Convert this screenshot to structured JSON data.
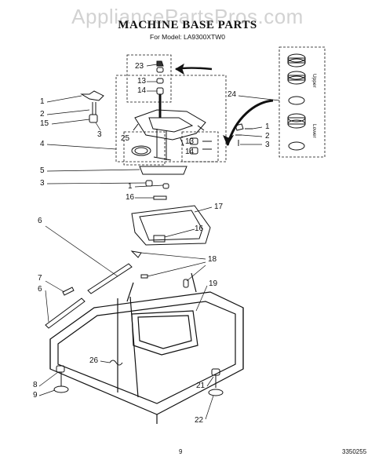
{
  "watermark": "AppliancePartsPros.com",
  "header": {
    "title": "MACHINE BASE PARTS",
    "model": "For Model: LA9300XTW0"
  },
  "footer": {
    "page": "9",
    "doc_number": "3350255"
  },
  "inset": {
    "upper": "Upper",
    "lower": "Lower"
  },
  "callouts": [
    {
      "id": "c23",
      "label": "23"
    },
    {
      "id": "c13a",
      "label": "13"
    },
    {
      "id": "c14a",
      "label": "14"
    },
    {
      "id": "c24",
      "label": "24"
    },
    {
      "id": "c1a",
      "label": "1"
    },
    {
      "id": "c2a",
      "label": "2"
    },
    {
      "id": "c15",
      "label": "15"
    },
    {
      "id": "c3a",
      "label": "3"
    },
    {
      "id": "c1b",
      "label": "1"
    },
    {
      "id": "c2b",
      "label": "2"
    },
    {
      "id": "c3b",
      "label": "3"
    },
    {
      "id": "c4",
      "label": "4"
    },
    {
      "id": "c25",
      "label": "25"
    },
    {
      "id": "c13b",
      "label": "13"
    },
    {
      "id": "c14b",
      "label": "14"
    },
    {
      "id": "c5",
      "label": "5"
    },
    {
      "id": "c3c",
      "label": "3"
    },
    {
      "id": "c1c",
      "label": "1"
    },
    {
      "id": "c16a",
      "label": "16"
    },
    {
      "id": "c17",
      "label": "17"
    },
    {
      "id": "c16b",
      "label": "16"
    },
    {
      "id": "c6a",
      "label": "6"
    },
    {
      "id": "c18",
      "label": "18"
    },
    {
      "id": "c7",
      "label": "7"
    },
    {
      "id": "c6b",
      "label": "6"
    },
    {
      "id": "c19",
      "label": "19"
    },
    {
      "id": "c26",
      "label": "26"
    },
    {
      "id": "c8",
      "label": "8"
    },
    {
      "id": "c9",
      "label": "9"
    },
    {
      "id": "c21",
      "label": "21"
    },
    {
      "id": "c22",
      "label": "22"
    }
  ]
}
